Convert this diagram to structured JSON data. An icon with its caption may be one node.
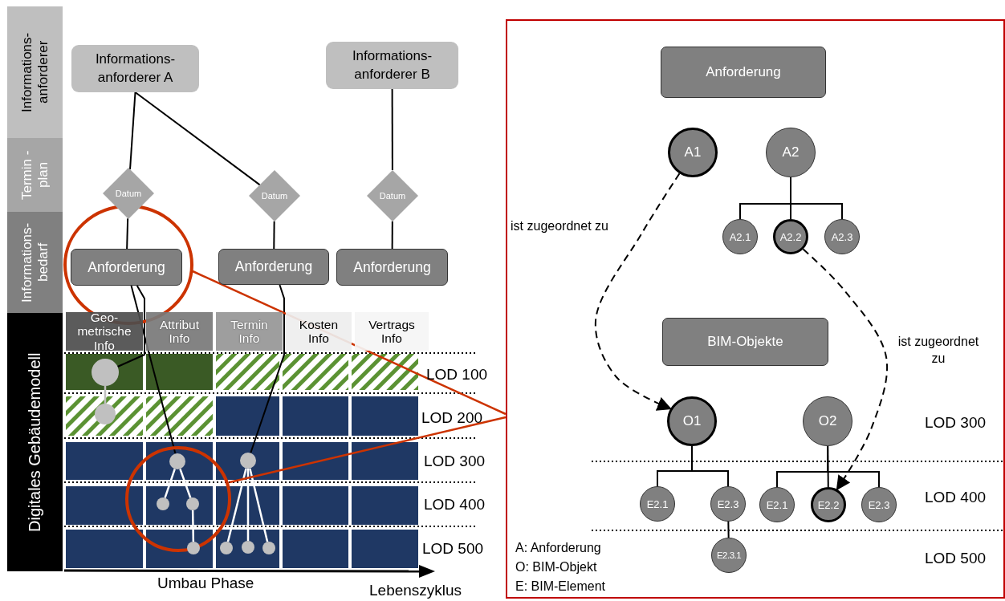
{
  "diagram": {
    "nodes": [
      {
        "text": [
          "Informations- anforderer"
        ]
      },
      {
        "text": [
          "Termin -plan"
        ]
      },
      {
        "text": [
          "Informations- bedarf"
        ]
      },
      {
        "text": [
          "Digitales Gebäudemodell"
        ]
      },
      {
        "text": [
          "Informations- anforderer A"
        ]
      },
      {
        "text": [
          "Informations- anforderer B"
        ]
      },
      {
        "text": [
          "Datum"
        ]
      },
      {
        "text": [
          "Datum"
        ]
      },
      {
        "text": [
          "Datum"
        ]
      },
      {
        "text": [
          "Anforderung"
        ]
      },
      {
        "text": [
          "Anforderung"
        ]
      },
      {
        "text": [
          "Anforderung"
        ]
      },
      {
        "text": [
          "Geo- metrische Info"
        ]
      },
      {
        "text": [
          "Attribut Info"
        ]
      },
      {
        "text": [
          "Termin Info"
        ]
      },
      {
        "text": [
          "Kosten Info"
        ]
      },
      {
        "text": [
          "Vertrags Info"
        ]
      },
      {
        "text": [],
        "shape": "circle"
      },
      {
        "text": [],
        "shape": "circle"
      },
      {
        "text": [],
        "shape": "circle"
      },
      {
        "text": [],
        "shape": "circle"
      },
      {
        "text": [],
        "shape": "circle"
      },
      {
        "text": [],
        "shape": "circle"
      },
      {
        "text": [],
        "shape": "circle"
      },
      {
        "text": [],
        "shape": "circle"
      },
      {
        "text": [],
        "shape": "circle"
      },
      {
        "text": [],
        "shape": "circle"
      },
      {
        "text": [],
        "shape": "box"
      },
      {
        "text": [
          "Anforderung"
        ],
        "in": 27
      },
      {
        "text": [
          "A1"
        ],
        "in": 27
      },
      {
        "text": [
          "A2"
        ],
        "in": 27
      },
      {
        "text": [
          "A2.1"
        ],
        "in": 27
      },
      {
        "text": [
          "A2.2"
        ],
        "in": 27
      },
      {
        "text": [
          "A2.3"
        ],
        "in": 27
      },
      {
        "text": [
          "BIM-Objekte"
        ],
        "in": 27
      },
      {
        "text": [
          "O1"
        ],
        "in": 27
      },
      {
        "text": [
          "O2"
        ],
        "in": 27
      },
      {
        "text": [
          "E2.1"
        ],
        "in": 27
      },
      {
        "text": [
          "E2.3"
        ],
        "in": 27
      },
      {
        "text": [
          "E2.1"
        ],
        "in": 27
      },
      {
        "text": [
          "E2.2"
        ],
        "in": 27
      },
      {
        "text": [
          "E2.3"
        ],
        "in": 27
      },
      {
        "text": [
          "E2.3.1"
        ],
        "in": 27
      }
    ],
    "edges": [
      {
        "from": 4,
        "to": 6,
        "arrow": "none"
      },
      {
        "from": 4,
        "to": 7,
        "arrow": "none"
      },
      {
        "from": 5,
        "to": 8,
        "arrow": "none"
      },
      {
        "from": 6,
        "to": 9,
        "arrow": "none"
      },
      {
        "from": 7,
        "to": 10,
        "arrow": "none"
      },
      {
        "from": 8,
        "to": 11,
        "arrow": "none"
      },
      {
        "from": 9,
        "to": 17,
        "arrow": "none"
      },
      {
        "from": 9,
        "to": 19,
        "arrow": "none"
      },
      {
        "from": 17,
        "to": 18,
        "arrow": "none",
        "color": "#bfbfbf"
      },
      {
        "from": 19,
        "to": 20,
        "arrow": "none",
        "color": "#ffffff"
      },
      {
        "from": 19,
        "to": 21,
        "arrow": "none",
        "color": "#ffffff"
      },
      {
        "from": 21,
        "to": 22,
        "arrow": "none",
        "color": "#ffffff"
      },
      {
        "from": 10,
        "to": 23,
        "arrow": "none"
      },
      {
        "from": 23,
        "to": 24,
        "arrow": "none",
        "color": "#ffffff"
      },
      {
        "from": 23,
        "to": 25,
        "arrow": "none",
        "color": "#ffffff"
      },
      {
        "from": 23,
        "to": 26,
        "arrow": "none",
        "color": "#ffffff"
      },
      {
        "from": 30,
        "to": 31,
        "arrow": "none"
      },
      {
        "from": 30,
        "to": 32,
        "arrow": "none"
      },
      {
        "from": 30,
        "to": 33,
        "arrow": "none"
      },
      {
        "from": 29,
        "to": 35,
        "arrow": "to",
        "style": "dashed",
        "label": "ist zugeordnet zu"
      },
      {
        "from": 32,
        "to": 40,
        "arrow": "to",
        "style": "dashed",
        "label": "ist zugeordnet zu"
      },
      {
        "from": 35,
        "to": 37,
        "arrow": "none"
      },
      {
        "from": 35,
        "to": 38,
        "arrow": "none"
      },
      {
        "from": 36,
        "to": 39,
        "arrow": "none"
      },
      {
        "from": 36,
        "to": 40,
        "arrow": "none"
      },
      {
        "from": 36,
        "to": 41,
        "arrow": "none"
      },
      {
        "from": 38,
        "to": 42,
        "arrow": "none"
      }
    ],
    "labels": [
      "LOD 100",
      "LOD 200",
      "LOD 300",
      "LOD 400",
      "LOD 500",
      "Umbau Phase",
      "Lebenszyklus",
      "LOD 300",
      "LOD 400",
      "LOD 500",
      "A: Anforderung",
      "O: BIM-Objekt",
      "E: BIM-Element"
    ]
  }
}
